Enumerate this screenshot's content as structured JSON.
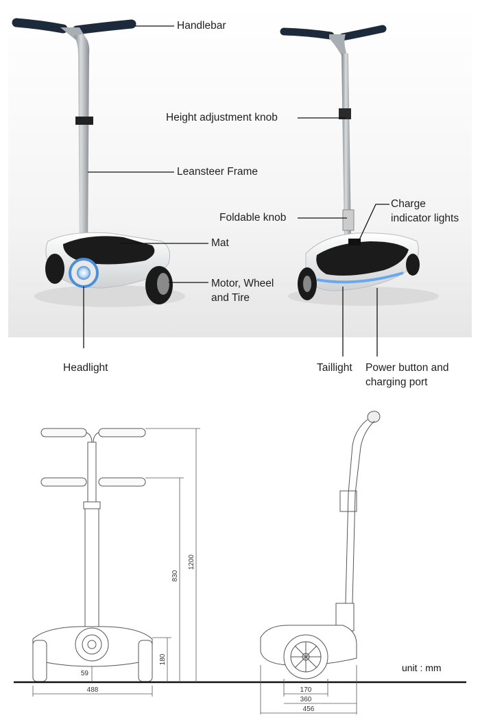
{
  "labels": {
    "handlebar": "Handlebar",
    "height_knob": "Height adjustment knob",
    "frame": "Leansteer Frame",
    "foldable_knob": "Foldable knob",
    "charge_line1": "Charge",
    "charge_line2": "indicator lights",
    "mat": "Mat",
    "motor_line1": "Motor, Wheel",
    "motor_line2": "and Tire",
    "headlight": "Headlight",
    "taillight": "Taillight",
    "power_line1": "Power button and",
    "power_line2": "charging port"
  },
  "dimensions": {
    "total_height": "1200",
    "low_height": "830",
    "deck_height": "180",
    "ground_clearance": "59",
    "front_width": "488",
    "wheel_dia": "170",
    "body_length": "360",
    "total_length": "456",
    "unit": "unit : mm"
  },
  "colors": {
    "accent_blue": "#4a8fd8",
    "body_white": "#f2f2f2",
    "mat_black": "#1b1b1b",
    "frame_grey": "#9ea3a7"
  }
}
